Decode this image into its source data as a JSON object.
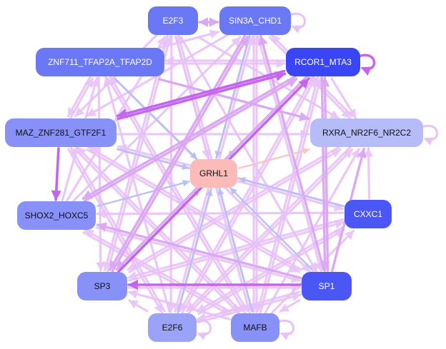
{
  "title": "Transcription factor regulatory network",
  "palette": {
    "edge_blue": "#b7c1f5",
    "edge_light_purple": "#e8c2f7",
    "edge_mid_purple": "#dba8f4",
    "edge_strong_purple": "#c465ef",
    "edge_salmon": "#f9c5c0",
    "node_dark_blue": "#3a45f5",
    "node_blue": "#4a57f5",
    "node_mid_blue": "#6a78f5",
    "node_periwinkle": "#8791f7",
    "node_light_periwinkle": "#9aa3f7",
    "node_lavender": "#b5bcf8",
    "node_target": "#fbbcb9"
  },
  "nodes": [
    {
      "id": "E2F3",
      "label": "E2F3",
      "color": "node_mid_blue",
      "text_color": "#ffffff",
      "self_loop": false
    },
    {
      "id": "SIN3A_CHD1",
      "label": "SIN3A_CHD1",
      "color": "node_mid_blue",
      "text_color": "#ffffff",
      "self_loop": true
    },
    {
      "id": "ZNF711_TFAP2A_TFAP2D",
      "label": "ZNF711_TFAP2A_TFAP2D",
      "color": "node_mid_blue",
      "text_color": "#ffffff",
      "self_loop": false
    },
    {
      "id": "RCOR1_MTA3",
      "label": "RCOR1_MTA3",
      "color": "node_dark_blue",
      "text_color": "#ffffff",
      "self_loop": true
    },
    {
      "id": "MAZ_ZNF281_GTF2F1",
      "label": "MAZ_ZNF281_GTF2F1",
      "color": "node_periwinkle",
      "text_color": "#111111",
      "self_loop": false
    },
    {
      "id": "RXRA_NR2F6_NR2C2",
      "label": "RXRA_NR2F6_NR2C2",
      "color": "node_lavender",
      "text_color": "#111111",
      "self_loop": true
    },
    {
      "id": "GRHL1",
      "label": "GRHL1",
      "color": "node_target",
      "text_color": "#111111",
      "self_loop": false
    },
    {
      "id": "SHOX2_HOXC5",
      "label": "SHOX2_HOXC5",
      "color": "node_periwinkle",
      "text_color": "#111111",
      "self_loop": false
    },
    {
      "id": "CXXC1",
      "label": "CXXC1",
      "color": "node_blue",
      "text_color": "#ffffff",
      "self_loop": false
    },
    {
      "id": "SP3",
      "label": "SP3",
      "color": "node_periwinkle",
      "text_color": "#111111",
      "self_loop": false
    },
    {
      "id": "SP1",
      "label": "SP1",
      "color": "node_blue",
      "text_color": "#ffffff",
      "self_loop": false
    },
    {
      "id": "E2F6",
      "label": "E2F6",
      "color": "node_light_periwinkle",
      "text_color": "#111111",
      "self_loop": true
    },
    {
      "id": "MAFB",
      "label": "MAFB",
      "color": "node_periwinkle",
      "text_color": "#111111",
      "self_loop": true
    }
  ],
  "edges": [
    {
      "from": "E2F3",
      "to": "SIN3A_CHD1",
      "style": "edge_mid_purple",
      "bidirectional": true
    },
    {
      "from": "SIN3A_CHD1",
      "to": "GRHL1",
      "style": "edge_blue"
    },
    {
      "from": "E2F3",
      "to": "GRHL1",
      "style": "edge_light_purple"
    },
    {
      "from": "ZNF711_TFAP2A_TFAP2D",
      "to": "GRHL1",
      "style": "edge_blue"
    },
    {
      "from": "ZNF711_TFAP2A_TFAP2D",
      "to": "RCOR1_MTA3",
      "style": "edge_light_purple"
    },
    {
      "from": "RCOR1_MTA3",
      "to": "GRHL1",
      "style": "edge_blue"
    },
    {
      "from": "RCOR1_MTA3",
      "to": "MAZ_ZNF281_GTF2F1",
      "style": "edge_strong_purple"
    },
    {
      "from": "MAZ_ZNF281_GTF2F1",
      "to": "RCOR1_MTA3",
      "style": "edge_strong_purple"
    },
    {
      "from": "ZNF711_TFAP2A_TFAP2D",
      "to": "RXRA_NR2F6_NR2C2",
      "style": "edge_mid_purple"
    },
    {
      "from": "MAZ_ZNF281_GTF2F1",
      "to": "GRHL1",
      "style": "edge_blue"
    },
    {
      "from": "MAZ_ZNF281_GTF2F1",
      "to": "SHOX2_HOXC5",
      "style": "edge_strong_purple"
    },
    {
      "from": "MAZ_ZNF281_GTF2F1",
      "to": "RXRA_NR2F6_NR2C2",
      "style": "edge_light_purple"
    },
    {
      "from": "GRHL1",
      "to": "RXRA_NR2F6_NR2C2",
      "style": "edge_salmon"
    },
    {
      "from": "SHOX2_HOXC5",
      "to": "GRHL1",
      "style": "edge_blue"
    },
    {
      "from": "CXXC1",
      "to": "GRHL1",
      "style": "edge_blue"
    },
    {
      "from": "CXXC1",
      "to": "RXRA_NR2F6_NR2C2",
      "style": "edge_light_purple"
    },
    {
      "from": "CXXC1",
      "to": "SHOX2_HOXC5",
      "style": "edge_light_purple"
    },
    {
      "from": "SP3",
      "to": "GRHL1",
      "style": "edge_blue"
    },
    {
      "from": "SP1",
      "to": "GRHL1",
      "style": "edge_blue"
    },
    {
      "from": "SP1",
      "to": "SP3",
      "style": "edge_strong_purple"
    },
    {
      "from": "SP3",
      "to": "SP1",
      "style": "edge_light_purple"
    },
    {
      "from": "SP1",
      "to": "SHOX2_HOXC5",
      "style": "edge_mid_purple"
    },
    {
      "from": "SP1",
      "to": "RXRA_NR2F6_NR2C2",
      "style": "edge_mid_purple"
    },
    {
      "from": "SP1",
      "to": "RCOR1_MTA3",
      "style": "edge_mid_purple"
    },
    {
      "from": "E2F6",
      "to": "GRHL1",
      "style": "edge_blue"
    },
    {
      "from": "E2F6",
      "to": "SP3",
      "style": "edge_light_purple"
    },
    {
      "from": "MAFB",
      "to": "GRHL1",
      "style": "edge_blue"
    },
    {
      "from": "MAFB",
      "to": "SP3",
      "style": "edge_light_purple"
    },
    {
      "from": "MAFB",
      "to": "SHOX2_HOXC5",
      "style": "edge_light_purple"
    },
    {
      "from": "MAFB",
      "to": "ZNF711_TFAP2A_TFAP2D",
      "style": "edge_light_purple"
    },
    {
      "from": "MAFB",
      "to": "SIN3A_CHD1",
      "style": "edge_light_purple"
    },
    {
      "from": "E2F6",
      "to": "SIN3A_CHD1",
      "style": "edge_light_purple"
    },
    {
      "from": "E2F6",
      "to": "RCOR1_MTA3",
      "style": "edge_light_purple"
    },
    {
      "from": "E2F6",
      "to": "CXXC1",
      "style": "edge_light_purple"
    },
    {
      "from": "SP3",
      "to": "RCOR1_MTA3",
      "style": "edge_strong_purple"
    },
    {
      "from": "SP3",
      "to": "SIN3A_CHD1",
      "style": "edge_mid_purple"
    },
    {
      "from": "SP3",
      "to": "E2F3",
      "style": "edge_light_purple"
    },
    {
      "from": "SP3",
      "to": "RXRA_NR2F6_NR2C2",
      "style": "edge_light_purple"
    },
    {
      "from": "SP3",
      "to": "CXXC1",
      "style": "edge_light_purple"
    },
    {
      "from": "SHOX2_HOXC5",
      "to": "SIN3A_CHD1",
      "style": "edge_light_purple"
    },
    {
      "from": "SHOX2_HOXC5",
      "to": "RCOR1_MTA3",
      "style": "edge_mid_purple"
    },
    {
      "from": "SHOX2_HOXC5",
      "to": "SP1",
      "style": "edge_light_purple"
    },
    {
      "from": "SIN3A_CHD1",
      "to": "SP3",
      "style": "edge_mid_purple"
    },
    {
      "from": "SIN3A_CHD1",
      "to": "MAZ_ZNF281_GTF2F1",
      "style": "edge_light_purple"
    },
    {
      "from": "SIN3A_CHD1",
      "to": "SP1",
      "style": "edge_light_purple"
    },
    {
      "from": "SIN3A_CHD1",
      "to": "MAFB",
      "style": "edge_light_purple"
    },
    {
      "from": "SIN3A_CHD1",
      "to": "E2F6",
      "style": "edge_light_purple"
    },
    {
      "from": "SIN3A_CHD1",
      "to": "RXRA_NR2F6_NR2C2",
      "style": "edge_light_purple"
    },
    {
      "from": "E2F3",
      "to": "SP3",
      "style": "edge_light_purple"
    },
    {
      "from": "E2F3",
      "to": "MAFB",
      "style": "edge_light_purple"
    },
    {
      "from": "E2F3",
      "to": "SP1",
      "style": "edge_light_purple"
    },
    {
      "from": "E2F3",
      "to": "E2F6",
      "style": "edge_light_purple"
    },
    {
      "from": "E2F3",
      "to": "RXRA_NR2F6_NR2C2",
      "style": "edge_light_purple"
    },
    {
      "from": "E2F3",
      "to": "MAZ_ZNF281_GTF2F1",
      "style": "edge_light_purple"
    },
    {
      "from": "ZNF711_TFAP2A_TFAP2D",
      "to": "SP3",
      "style": "edge_light_purple"
    },
    {
      "from": "ZNF711_TFAP2A_TFAP2D",
      "to": "SP1",
      "style": "edge_light_purple"
    },
    {
      "from": "ZNF711_TFAP2A_TFAP2D",
      "to": "MAFB",
      "style": "edge_light_purple"
    },
    {
      "from": "ZNF711_TFAP2A_TFAP2D",
      "to": "MAZ_ZNF281_GTF2F1",
      "style": "edge_light_purple"
    },
    {
      "from": "ZNF711_TFAP2A_TFAP2D",
      "to": "SIN3A_CHD1",
      "style": "edge_light_purple"
    },
    {
      "from": "RCOR1_MTA3",
      "to": "SP3",
      "style": "edge_mid_purple"
    },
    {
      "from": "RCOR1_MTA3",
      "to": "SHOX2_HOXC5",
      "style": "edge_mid_purple"
    },
    {
      "from": "RCOR1_MTA3",
      "to": "MAFB",
      "style": "edge_light_purple"
    },
    {
      "from": "RCOR1_MTA3",
      "to": "E2F6",
      "style": "edge_light_purple"
    },
    {
      "from": "RCOR1_MTA3",
      "to": "RXRA_NR2F6_NR2C2",
      "style": "edge_light_purple"
    },
    {
      "from": "RCOR1_MTA3",
      "to": "SP1",
      "style": "edge_mid_purple"
    },
    {
      "from": "RCOR1_MTA3",
      "to": "ZNF711_TFAP2A_TFAP2D",
      "style": "edge_light_purple"
    },
    {
      "from": "MAZ_ZNF281_GTF2F1",
      "to": "SP1",
      "style": "edge_light_purple"
    },
    {
      "from": "MAZ_ZNF281_GTF2F1",
      "to": "MAFB",
      "style": "edge_light_purple"
    },
    {
      "from": "MAZ_ZNF281_GTF2F1",
      "to": "E2F6",
      "style": "edge_light_purple"
    },
    {
      "from": "MAZ_ZNF281_GTF2F1",
      "to": "CXXC1",
      "style": "edge_light_purple"
    },
    {
      "from": "MAZ_ZNF281_GTF2F1",
      "to": "ZNF711_TFAP2A_TFAP2D",
      "style": "edge_light_purple"
    },
    {
      "from": "RXRA_NR2F6_NR2C2",
      "to": "SP3",
      "style": "edge_light_purple"
    },
    {
      "from": "RXRA_NR2F6_NR2C2",
      "to": "E2F6",
      "style": "edge_light_purple"
    },
    {
      "from": "RXRA_NR2F6_NR2C2",
      "to": "SIN3A_CHD1",
      "style": "edge_light_purple"
    },
    {
      "from": "CXXC1",
      "to": "SP3",
      "style": "edge_light_purple"
    },
    {
      "from": "CXXC1",
      "to": "E2F6",
      "style": "edge_light_purple"
    },
    {
      "from": "CXXC1",
      "to": "MAZ_ZNF281_GTF2F1",
      "style": "edge_light_purple"
    },
    {
      "from": "SP1",
      "to": "E2F6",
      "style": "edge_light_purple"
    },
    {
      "from": "SP1",
      "to": "MAFB",
      "style": "edge_light_purple"
    },
    {
      "from": "SP1",
      "to": "SIN3A_CHD1",
      "style": "edge_mid_purple"
    },
    {
      "from": "SP1",
      "to": "MAZ_ZNF281_GTF2F1",
      "style": "edge_light_purple"
    },
    {
      "from": "E2F6",
      "to": "MAZ_ZNF281_GTF2F1",
      "style": "edge_light_purple"
    },
    {
      "from": "E2F6",
      "to": "ZNF711_TFAP2A_TFAP2D",
      "style": "edge_light_purple"
    },
    {
      "from": "E2F6",
      "to": "SP1",
      "style": "edge_light_purple"
    },
    {
      "from": "E2F6",
      "to": "RXRA_NR2F6_NR2C2",
      "style": "edge_light_purple"
    },
    {
      "from": "MAFB",
      "to": "RXRA_NR2F6_NR2C2",
      "style": "edge_light_purple"
    },
    {
      "from": "MAFB",
      "to": "CXXC1",
      "style": "edge_light_purple"
    },
    {
      "from": "MAFB",
      "to": "MAZ_ZNF281_GTF2F1",
      "style": "edge_light_purple"
    },
    {
      "from": "MAFB",
      "to": "E2F3",
      "style": "edge_light_purple"
    },
    {
      "from": "MAFB",
      "to": "RCOR1_MTA3",
      "style": "edge_light_purple"
    },
    {
      "from": "SHOX2_HOXC5",
      "to": "E2F3",
      "style": "edge_light_purple"
    },
    {
      "from": "SHOX2_HOXC5",
      "to": "ZNF711_TFAP2A_TFAP2D",
      "style": "edge_light_purple"
    },
    {
      "from": "SHOX2_HOXC5",
      "to": "MAFB",
      "style": "edge_light_purple"
    }
  ]
}
